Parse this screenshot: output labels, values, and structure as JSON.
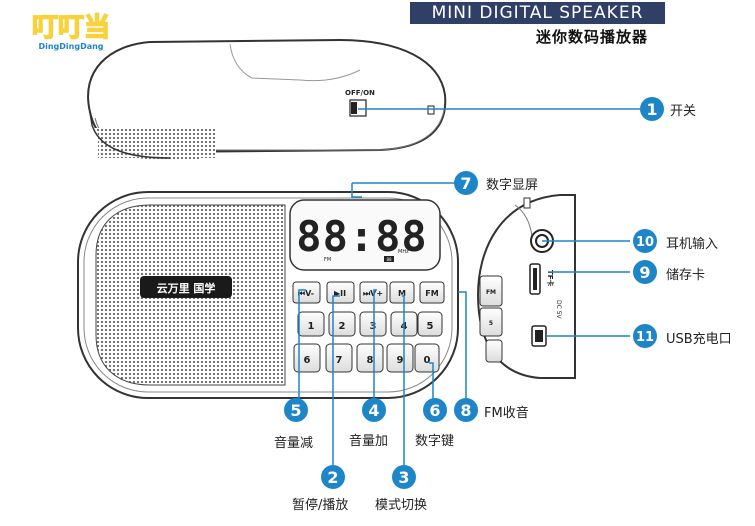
{
  "header": {
    "title_en": "MINI DIGITAL SPEAKER",
    "title_cn": "迷你数码播放器",
    "logo_text": "叮叮当",
    "logo_sub": "DingDingDang"
  },
  "device": {
    "switch_label": "OFF/ON",
    "brand_badge": "云万里 国学",
    "display_digits": "88:88",
    "display_unit": "MHz",
    "display_fm": "FM",
    "display_badge": "88",
    "key_prev": "⏮V-",
    "key_play": "▶II",
    "key_next": "⏭V+",
    "key_mode": "M",
    "key_fm": "FM",
    "digits_row1": [
      "1",
      "2",
      "3",
      "4",
      "5"
    ],
    "digits_row2": [
      "6",
      "7",
      "8",
      "9",
      "0"
    ],
    "side_key_fm": "FM",
    "side_key_5": "5",
    "tf_label": "TF卡",
    "dc_label": "DC 5V"
  },
  "callouts": [
    {
      "num": "1",
      "label": "开关"
    },
    {
      "num": "2",
      "label": "暂停/播放"
    },
    {
      "num": "3",
      "label": "模式切换"
    },
    {
      "num": "4",
      "label": "音量加"
    },
    {
      "num": "5",
      "label": "音量减"
    },
    {
      "num": "6",
      "label": "数字键"
    },
    {
      "num": "7",
      "label": "数字显屏"
    },
    {
      "num": "8",
      "label": "FM收音"
    },
    {
      "num": "9",
      "label": "储存卡"
    },
    {
      "num": "10",
      "label": "耳机输入"
    },
    {
      "num": "11",
      "label": "USB充电口"
    }
  ],
  "colors": {
    "callout_blue": "#1e86c8",
    "title_bar": "#2f3f66",
    "logo_red": "#e8343a",
    "logo_yellow": "#f7d23c"
  }
}
